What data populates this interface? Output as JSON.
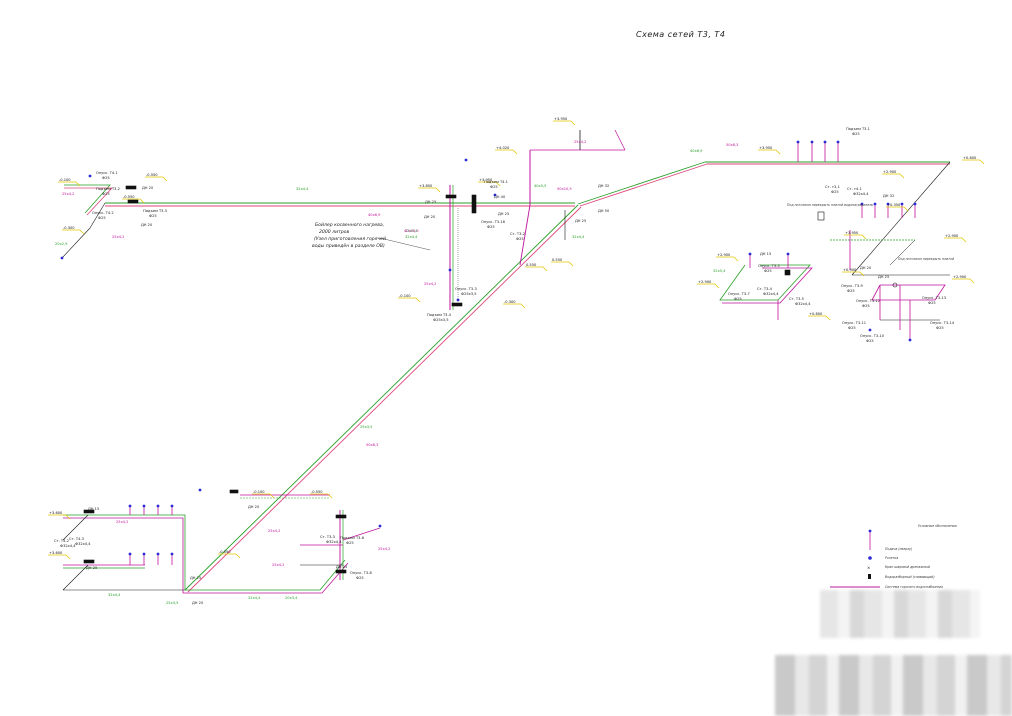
{
  "title": "Схема сетей Т3, Т4",
  "boiler_note": [
    "Бойлер косвенного нагрева,",
    "2000 литров",
    "(Узел приготовления горячей",
    "воды приведён в разделе ОВ)"
  ],
  "legend": {
    "header": "Условные обозначения",
    "items": [
      "Подача (сверху)",
      "Розетка",
      "Кран шаровой дренажный",
      "Водоразборный (сливающий)",
      "Система горячего водоснабжения"
    ]
  },
  "elevations": [
    "+3.950",
    "+4.020",
    "+3.950",
    "+2.900",
    "+3.850",
    "+3.950",
    "+0.600",
    "-0.550",
    "-0.100",
    "-0.300",
    "+0.350",
    "+2.900",
    "+2.900",
    "+2.900",
    "+2.900",
    "+3.950",
    "-0.550",
    "-0.100",
    "-0.300",
    "+3.600",
    "+3.600",
    "-0.550",
    "-0.100",
    "-0.050",
    "0.550",
    "0.550",
    "+0.800",
    "+0.900"
  ],
  "pipe_labels": {
    "green": [
      "40x6,9",
      "32x4,4",
      "32x4,4",
      "25x3,5",
      "20x3,4",
      "32x4,4",
      "40x5,5",
      "32x4,4",
      "25x3,5",
      "32x4,4",
      "20x2,9",
      "32x5,4",
      "32x5,4"
    ],
    "magenta": [
      "25x4,2",
      "25x4,2",
      "50x8,3",
      "40x6,9",
      "25x4,2",
      "40x10,5",
      "50x10,5",
      "25x4,2",
      "25x4,2",
      "25x4,2",
      "25x4,2",
      "50x8,3",
      "25x4,2"
    ]
  },
  "fixtures": [
    "Подъем Т3.1",
    "Ф25",
    "Опуск. Т4.1",
    "Ф25",
    "Подъем Т3.2",
    "Ф25",
    "Опуск. Т4.2",
    "Ф25",
    "Подъем Т3.3",
    "Ф25",
    "Подъем Т4.1",
    "Ф25",
    "Ст. т3-1",
    "Ф25",
    "Ст. т4-1",
    "Ф32x4,4",
    "Опуск. Т3-16",
    "Ф25",
    "Ст. Т3-2",
    "Ф25",
    "Опуск. Т3-3",
    "Ф25x3,5",
    "Подъем Т3.4",
    "Ф25x3,5",
    "Опуск. Т3-5",
    "Ф25",
    "Ст. Т3-4",
    "Ф32x4,4",
    "Ст. Т4-2",
    "Ф32x4,4",
    "Ст. Т3-3",
    "Ф32x4,4",
    "Ст. Т4-3",
    "Ф32x4,4",
    "Подъем Т3-6",
    "Ф25",
    "Опуск. Т3-8",
    "Ф25",
    "Опуск. Т3-9",
    "Ф25",
    "Опуск. Т3-10",
    "Ф25",
    "Опуск. Т3-11",
    "Ф25",
    "Опуск. Т3-12",
    "Ф25",
    "Опуск. Т3-13",
    "Ф25",
    "Опуск. Т3-14",
    "Ф25",
    "Опуск. Т3-7",
    "Ф25",
    "Ст. Т3-5",
    "Ф32x4,4"
  ],
  "dn_labels": [
    "ДН 20",
    "ДН 32",
    "ДН 25",
    "ДН 50",
    "ДН 20",
    "ДН 25",
    "ДН 40",
    "ДН 20",
    "ДН 25",
    "ДН 15",
    "ДН 20",
    "ДН 25",
    "ДН 20",
    "ДН 25",
    "ДН 32",
    "ДН 20",
    "ДН 15",
    "ДН 20",
    "ДН 25"
  ],
  "room_notes": [
    "Под потолком перекрыть плитой водонагреватель",
    "Под потолком перекрыть плитой"
  ],
  "colors": {
    "green": "#2aa02a",
    "magenta": "#c0139c",
    "pink": "#e0467c",
    "ink": "#1a1a1a",
    "blue": "#2b2bd4",
    "leader": "#e2c400"
  }
}
